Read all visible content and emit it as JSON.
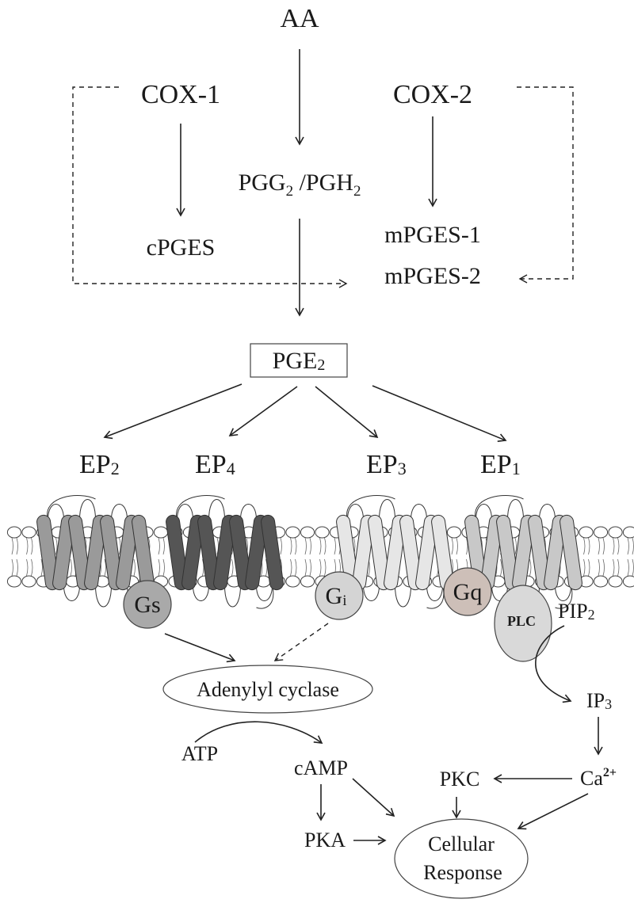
{
  "labels": {
    "aa": "AA",
    "cox1": "COX-1",
    "cox2": "COX-2",
    "pgg": "PGG",
    "pgg_sub": "2",
    "pgh_sep": " /PGH",
    "pgh_sub": "2",
    "cpges": "cPGES",
    "mpges1": "mPGES-1",
    "mpges2": "mPGES-2",
    "pge": "PGE",
    "pge_sub": "2",
    "ep_prefix": "EP",
    "ep2_sub": "2",
    "ep4_sub": "4",
    "ep3_sub": "3",
    "ep1_sub": "1",
    "gs": "Gs",
    "gi": "G",
    "gi_sub": "i",
    "gq": "Gq",
    "plc": "PLC",
    "pip": "PIP",
    "pip_sub": "2",
    "adenylyl": "Adenylyl cyclase",
    "atp": "ATP",
    "camp": "cAMP",
    "pka": "PKA",
    "ip": "IP",
    "ip_sub": "3",
    "ca": "Ca",
    "ca_sup": "2+",
    "pkc": "PKC",
    "cellular": "Cellular",
    "response": "Response"
  },
  "colors": {
    "ep2": "#9a9a9a",
    "ep4": "#555555",
    "ep3": "#e6e6e6",
    "ep1": "#c8c8c8",
    "gs": "#a9a9a9",
    "gi": "#d4d4d4",
    "gq": "#cdbfb8",
    "plc": "#d9d9d9"
  }
}
